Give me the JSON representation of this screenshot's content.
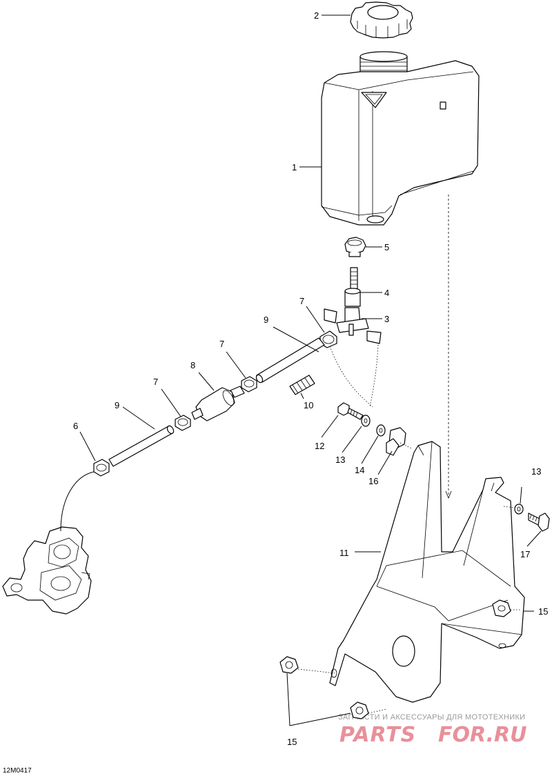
{
  "drawing_code": "12M0417",
  "watermark": {
    "tagline": "ЗАПЧАСТИ И АКСЕССУАРЫ ДЛЯ МОТОТЕХНИКИ",
    "brand": "PARTS",
    "domain": "FOR.RU"
  },
  "callouts": {
    "c1": "1",
    "c2": "2",
    "c3": "3",
    "c4": "4",
    "c5": "5",
    "c6": "6",
    "c7a": "7",
    "c7b": "7",
    "c7c": "7",
    "c8": "8",
    "c9a": "9",
    "c9b": "9",
    "c10": "10",
    "c11": "11",
    "c12": "12",
    "c13a": "13",
    "c13b": "13",
    "c14": "14",
    "c15a": "15",
    "c15b": "15",
    "c16": "16",
    "c17": "17"
  }
}
